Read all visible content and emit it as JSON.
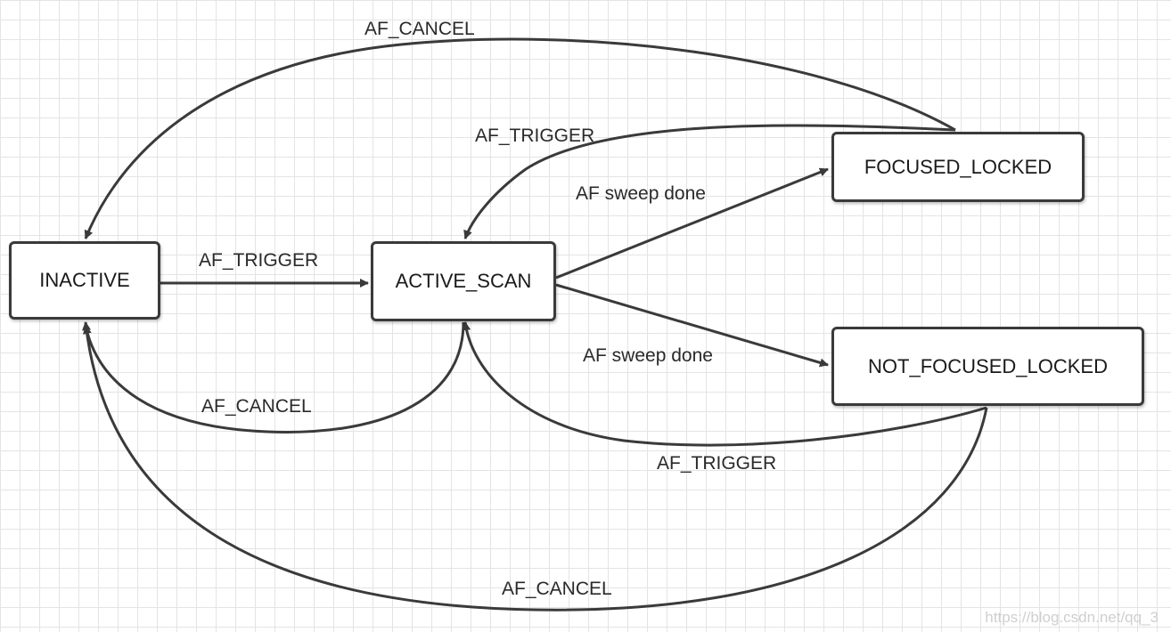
{
  "states": {
    "inactive": "INACTIVE",
    "active_scan": "ACTIVE_SCAN",
    "focused_locked": "FOCUSED_LOCKED",
    "not_focused_locked": "NOT_FOCUSED_LOCKED"
  },
  "transitions": {
    "inactive_to_active_scan": "AF_TRIGGER",
    "active_scan_to_inactive": "AF_CANCEL",
    "active_scan_to_focused_locked": "AF sweep done",
    "active_scan_to_not_focused_locked": "AF sweep done",
    "focused_locked_to_active_scan": "AF_TRIGGER",
    "focused_locked_to_inactive": "AF_CANCEL",
    "not_focused_locked_to_active_scan": "AF_TRIGGER",
    "not_focused_locked_to_inactive": "AF_CANCEL"
  },
  "watermark": "https://blog.csdn.net/qq_3",
  "colors": {
    "line": "#3a3a3a",
    "grid": "#e4e4e4",
    "background": "#ffffff"
  }
}
